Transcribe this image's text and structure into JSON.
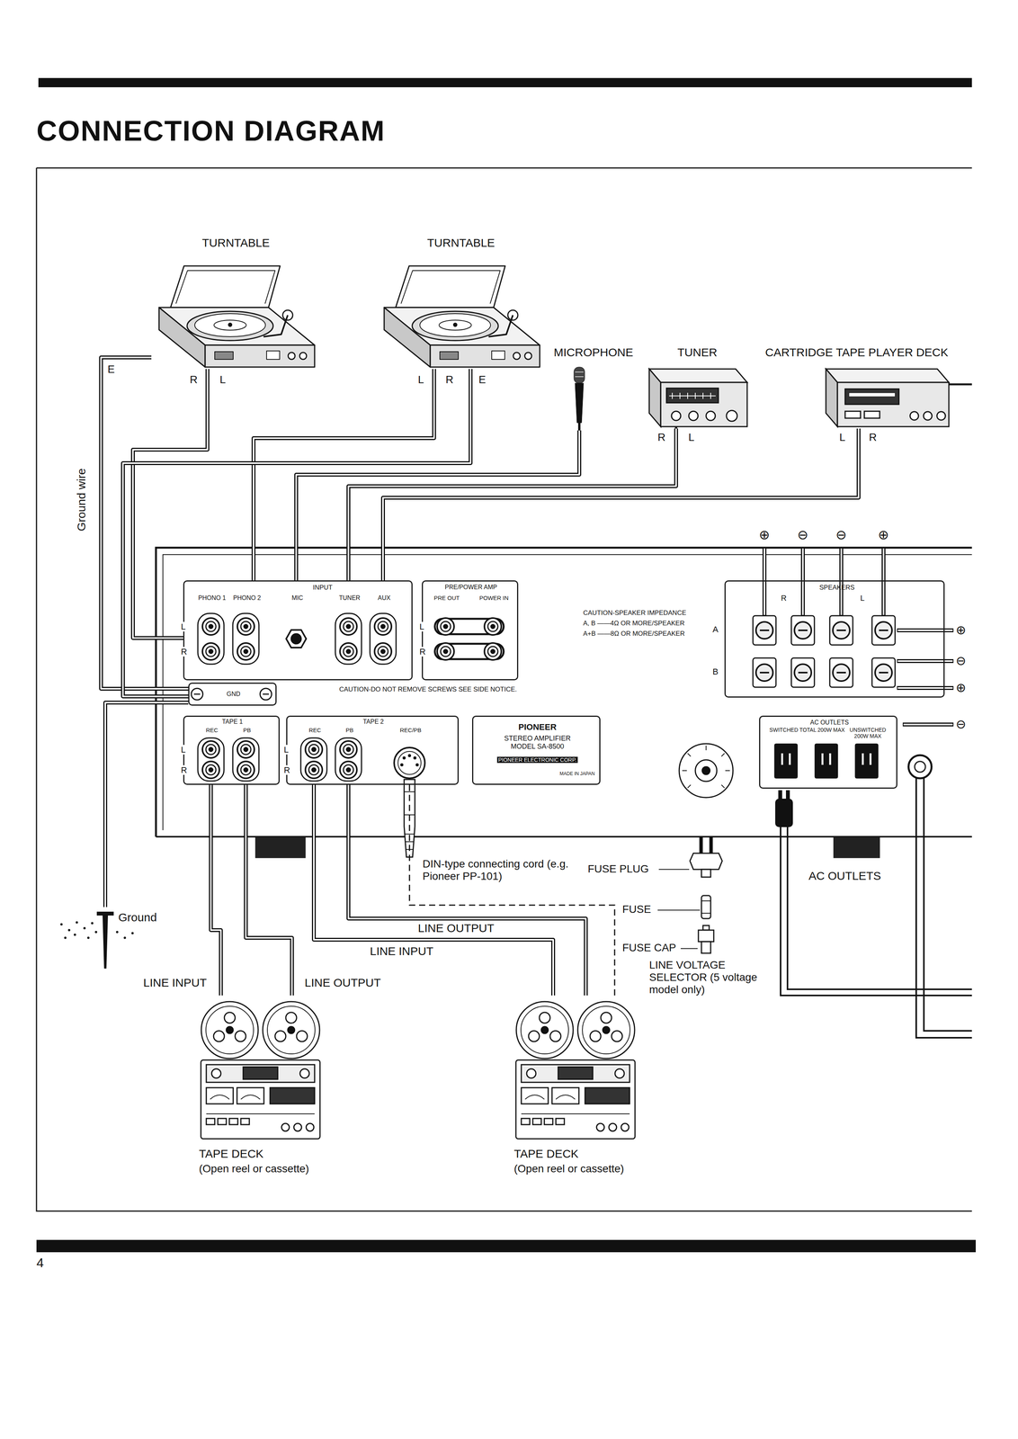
{
  "diagram": {
    "title": "CONNECTION DIAGRAM",
    "nodes": [
      {
        "text": [
          "TURNTABLE"
        ]
      },
      {
        "text": [
          "TURNTABLE"
        ]
      },
      {
        "text": [
          "MICROPHONE"
        ]
      },
      {
        "text": [
          "TUNER"
        ]
      },
      {
        "text": [
          "CARTRIDGE TAPE PLAYER DECK"
        ]
      },
      {
        "text": [
          "INPUT",
          "PHONO 1",
          "PHONO 2",
          "MIC",
          "TUNER",
          "AUX"
        ]
      },
      {
        "text": [
          "PRE/POWER AMP",
          "PRE OUT",
          "POWER IN"
        ]
      },
      {
        "text": [
          "SPEAKERS"
        ]
      },
      {
        "text": [
          "GND"
        ]
      },
      {
        "text": [
          "TAPE 1",
          "REC",
          "PB"
        ]
      },
      {
        "text": [
          "TAPE 2",
          "REC",
          "PB",
          "REC/PB"
        ]
      },
      {
        "text": [
          "PIONEER",
          "STEREO AMPLIFIER MODEL SA-8500",
          "PIONEER ELECTRONIC CORP.",
          "MADE IN JAPAN"
        ]
      },
      {
        "text": [
          "AC OUTLETS",
          "SWITCHED TOTAL 200W MAX",
          "UNSWITCHED 200W MAX"
        ]
      },
      {
        "text": [
          "Ground"
        ]
      },
      {
        "text": [
          "TAPE DECK",
          "(Open reel or cassette)"
        ]
      },
      {
        "text": [
          "TAPE DECK",
          "(Open reel or cassette)"
        ]
      }
    ],
    "edges": [
      {
        "from": 0,
        "to": 5,
        "arrow": "none"
      },
      {
        "from": 0,
        "to": 8,
        "label": "Ground wire",
        "arrow": "none"
      },
      {
        "from": 1,
        "to": 5,
        "arrow": "none"
      },
      {
        "from": 1,
        "to": 8,
        "arrow": "none"
      },
      {
        "from": 2,
        "to": 5,
        "arrow": "none"
      },
      {
        "from": 3,
        "to": 5,
        "arrow": "none"
      },
      {
        "from": 4,
        "to": 5,
        "arrow": "none"
      },
      {
        "from": 8,
        "to": 13,
        "arrow": "none"
      },
      {
        "from": 9,
        "to": 14,
        "label": "LINE INPUT",
        "arrow": "none"
      },
      {
        "from": 14,
        "to": 9,
        "label": "LINE OUTPUT",
        "arrow": "none"
      },
      {
        "from": 10,
        "to": 15,
        "label": "LINE INPUT",
        "arrow": "none"
      },
      {
        "from": 15,
        "to": 10,
        "label": "LINE OUTPUT",
        "arrow": "none"
      },
      {
        "from": 10,
        "to": 15,
        "arrow": "none"
      }
    ],
    "labels": [
      "E",
      "R",
      "L",
      "L",
      "R",
      "E",
      "R",
      "L",
      "L",
      "R",
      "L",
      "R",
      "L",
      "R",
      "L",
      "R",
      "L",
      "R",
      "R",
      "L",
      "A",
      "B",
      "⊕",
      "⊖",
      "⊖",
      "⊕",
      "⊕",
      "⊖",
      "⊕",
      "⊖",
      "CAUTION-SPEAKER IMPEDANCE",
      "A, B ——4Ω OR MORE/SPEAKER",
      "A+B ——8Ω OR MORE/SPEAKER",
      "CAUTION-DO NOT REMOVE SCREWS SEE SIDE NOTICE.",
      "DIN-type connecting cord (e.g. Pioneer PP-101)",
      "FUSE PLUG",
      "FUSE",
      "FUSE CAP",
      "LINE VOLTAGE SELECTOR (5 voltage model only)",
      "AC OUTLETS",
      "4"
    ]
  }
}
